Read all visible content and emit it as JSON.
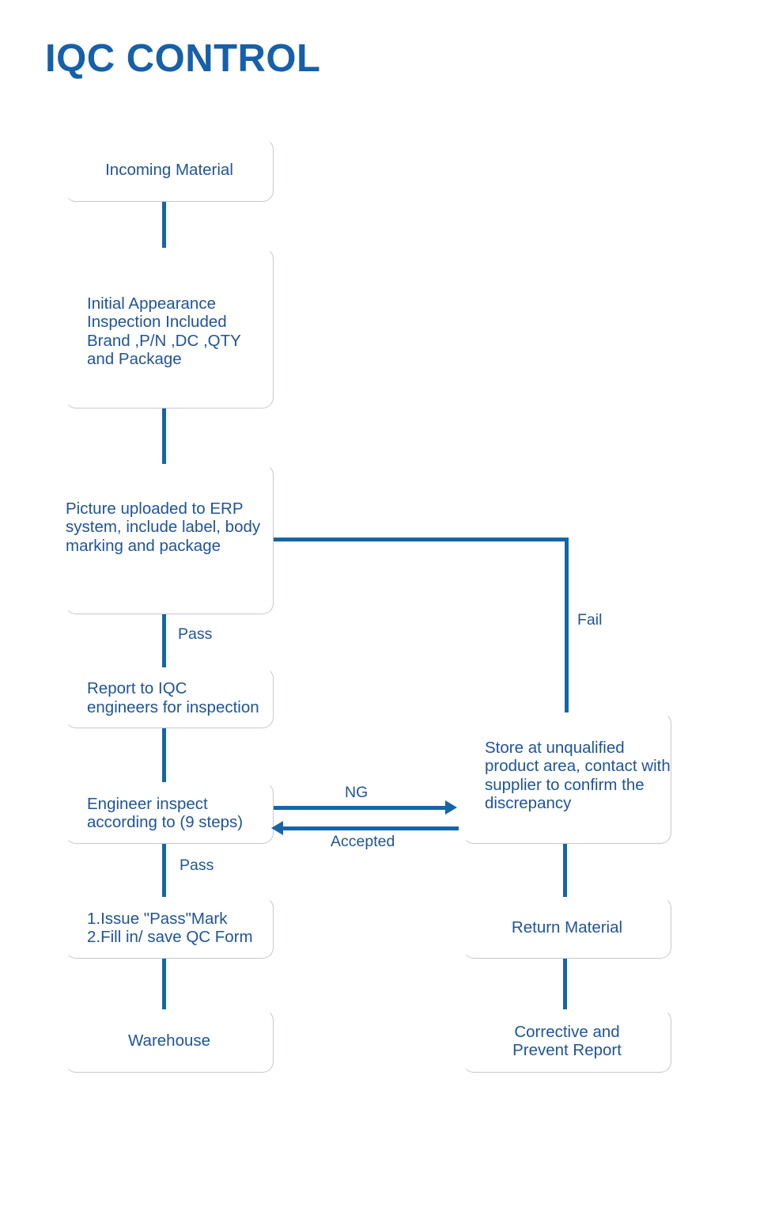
{
  "title": "IQC CONTROL",
  "theme": {
    "text_blue": "#1f5496",
    "line_blue": "#1565a8",
    "title_blue": "#1560a8",
    "box_border": "#c7c7d2",
    "background": "#ffffff"
  },
  "nodes": {
    "incoming_material": "Incoming Material",
    "initial_appearance": "Initial Appearance\nInspection Included\nBrand ,P/N ,DC ,QTY\nand Package",
    "picture_uploaded": "Picture uploaded to ERP\nsystem, include label, body\nmarking and package",
    "report_to_iqc": "Report to IQC\nengineers for inspection",
    "engineer_inspect": "Engineer inspect\naccording to (9 steps)",
    "store_unqualified": "Store at unqualified\nproduct area, contact with\nsupplier to confirm the\ndiscrepancy",
    "issue_pass_mark": "1.Issue \"Pass\"Mark\n2.Fill in/ save QC Form",
    "return_material": "Return Material",
    "warehouse": "Warehouse",
    "corrective_report": "Corrective and\nPrevent Report"
  },
  "edge_labels": {
    "fail": "Fail",
    "pass_upper": "Pass",
    "pass_lower": "Pass",
    "ng": "NG",
    "accepted": "Accepted"
  }
}
